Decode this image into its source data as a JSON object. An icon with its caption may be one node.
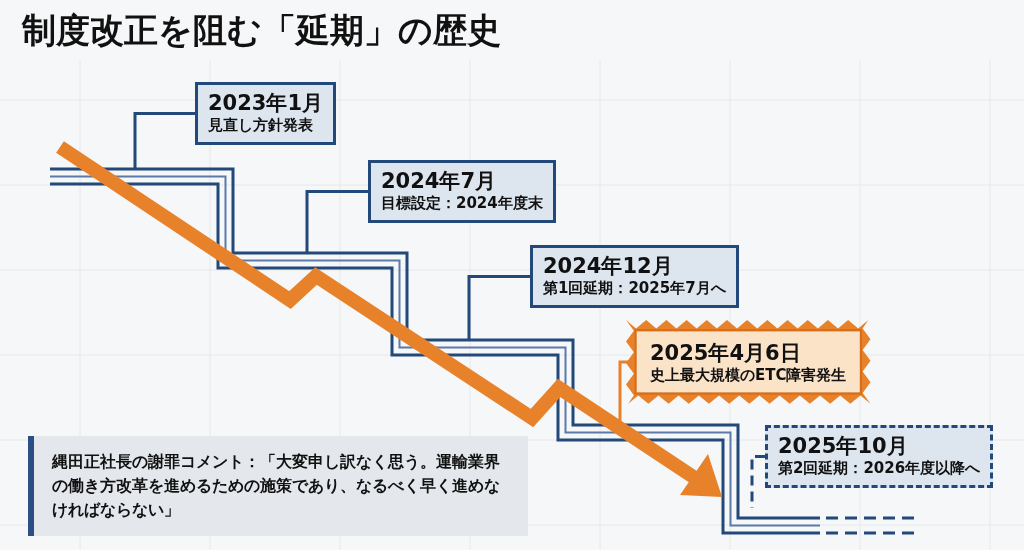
{
  "diagram": {
    "title": "制度改正を阻む「延期」の歴史",
    "nodes": [
      {
        "text": [
          "2023年1月",
          "見直し方針発表"
        ]
      },
      {
        "text": [
          "2024年7月",
          "目標設定：2024年度末"
        ]
      },
      {
        "text": [
          "2024年12月",
          "第1回延期：2025年7月へ"
        ]
      },
      {
        "text": [
          "2025年4月6日",
          "史上最大規模のETC障害発生"
        ]
      },
      {
        "text": [
          "2025年10月",
          "第2回延期：2026年度以降へ"
        ]
      },
      {
        "text": [
          "縄田正社長の謝罪コメント：「大変申し訳なく思う。運輸業界の働き方改革を進めるための施策であり、なるべく早く進めなければならない」"
        ]
      }
    ],
    "edges": [
      {
        "from": 0,
        "to": null,
        "arrow": "none"
      },
      {
        "from": 1,
        "to": null,
        "arrow": "none"
      },
      {
        "from": 2,
        "to": null,
        "arrow": "none"
      },
      {
        "from": 3,
        "to": null,
        "arrow": "none",
        "color": "#e8822a"
      },
      {
        "from": 4,
        "to": null,
        "arrow": "none",
        "style": "dashed"
      }
    ]
  }
}
